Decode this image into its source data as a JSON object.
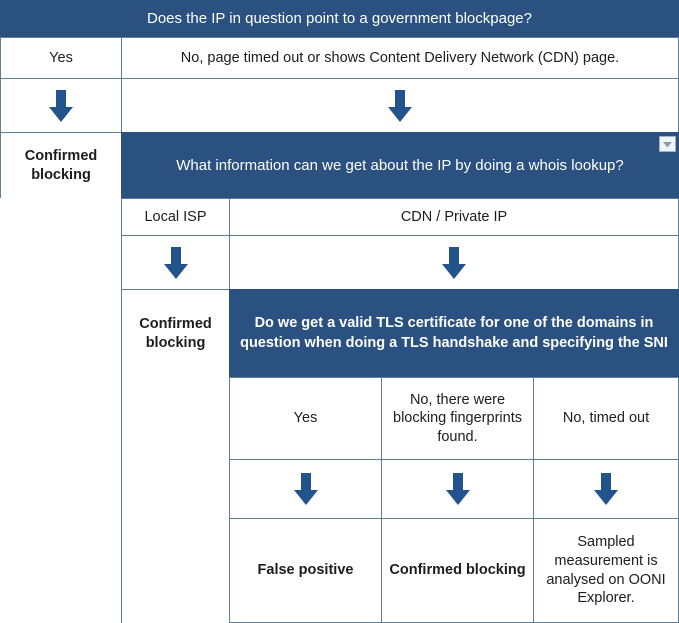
{
  "chart_data": {
    "type": "table",
    "title": "Does the IP in question point to a government blockpage?",
    "description": "OONI IP-blocking decision tree expressed as a nested table flowchart"
  },
  "flowchart": {
    "level1": {
      "question": "Does the IP in question point to a government blockpage?",
      "answer_yes": "Yes",
      "answer_no": "No, page timed out or shows Content Delivery Network (CDN) page.",
      "outcome_yes": "Confirmed blocking"
    },
    "level2": {
      "question": "What information can we get about the IP by doing a whois lookup?",
      "answer_local_isp": "Local ISP",
      "answer_cdn": "CDN / Private IP",
      "outcome_local_isp": "Confirmed blocking",
      "dropdown_icon": "chevron-down-icon"
    },
    "level3": {
      "question": "Do we get a valid TLS certificate for one of the domains in question when doing a TLS handshake and specifying the SNI",
      "options": [
        "Yes",
        "No, there were blocking fingerprints found.",
        "No, timed out"
      ],
      "outcomes": [
        "False positive",
        "Confirmed blocking",
        "Sampled measurement is analysed on OONI Explorer."
      ]
    },
    "arrow_icon": "down-arrow-icon"
  },
  "colors": {
    "header_blue": "#2a5180",
    "arrow_blue": "#22538c",
    "border": "#5f7f93",
    "cell_bg": "#ffffff",
    "text": "#1d1d1d"
  }
}
